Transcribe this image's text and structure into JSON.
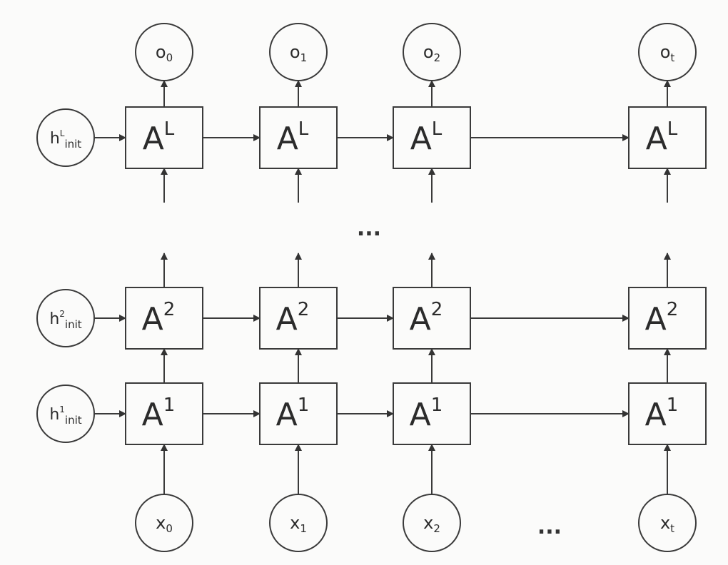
{
  "diagram": {
    "type": "stacked-rnn-unrolled",
    "colors": {
      "stroke": "#3a3a3a",
      "text": "#2b2b2b",
      "background": "#fbfbfa"
    },
    "time_steps": [
      {
        "input": {
          "base": "x",
          "sub": "0"
        },
        "output": {
          "base": "o",
          "sub": "0"
        }
      },
      {
        "input": {
          "base": "x",
          "sub": "1"
        },
        "output": {
          "base": "o",
          "sub": "1"
        }
      },
      {
        "input": {
          "base": "x",
          "sub": "2"
        },
        "output": {
          "base": "o",
          "sub": "2"
        }
      },
      {
        "input": {
          "base": "x",
          "sub": "t"
        },
        "output": {
          "base": "o",
          "sub": "t"
        }
      }
    ],
    "layers": [
      {
        "id": "L",
        "cell": {
          "base": "A",
          "sup": "L"
        },
        "init": {
          "base": "h",
          "sup": "L",
          "sub": "init"
        }
      },
      {
        "id": "2",
        "cell": {
          "base": "A",
          "sup": "2"
        },
        "init": {
          "base": "h",
          "sup": "2",
          "sub": "init"
        }
      },
      {
        "id": "1",
        "cell": {
          "base": "A",
          "sup": "1"
        },
        "init": {
          "base": "h",
          "sup": "1",
          "sub": "init"
        }
      }
    ],
    "layer_gap_ellipsis": "...",
    "time_gap_ellipsis": "..."
  }
}
